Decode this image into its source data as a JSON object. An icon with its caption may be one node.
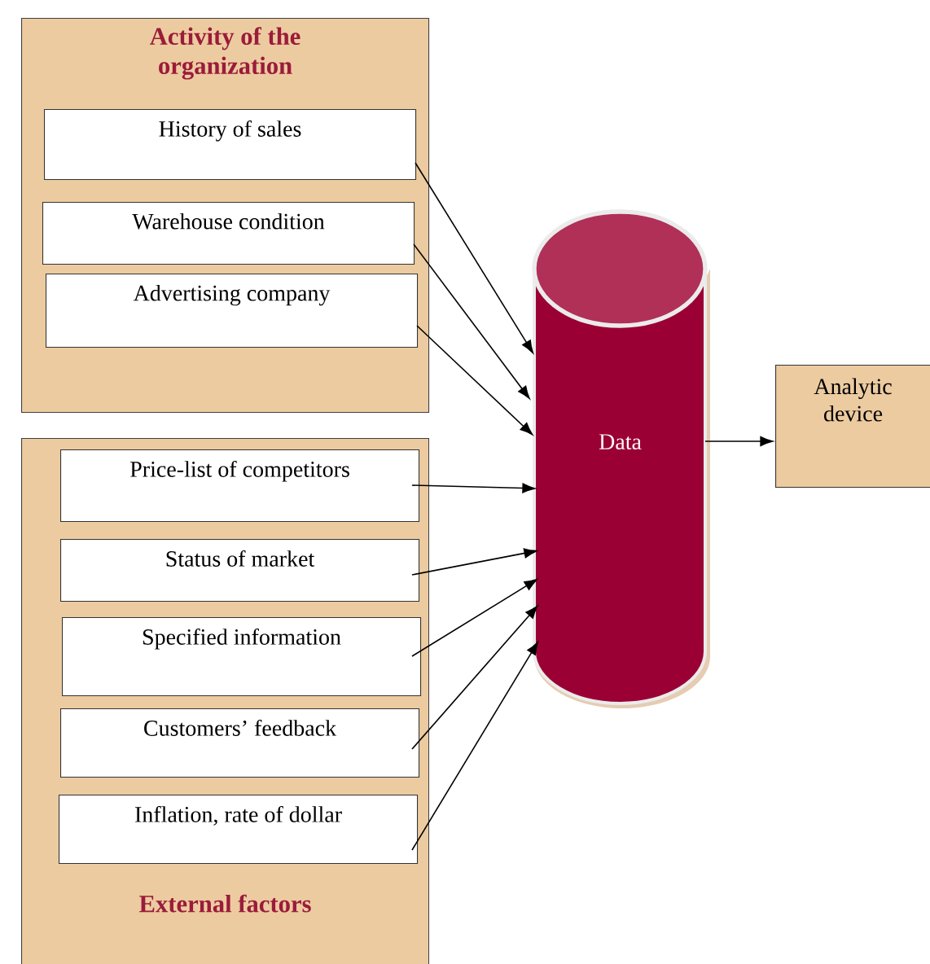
{
  "diagram": {
    "nodes": [
      {
        "text": [
          "Activity of the organization"
        ]
      },
      {
        "text": [
          "History of sales"
        ],
        "in": 0
      },
      {
        "text": [
          "Warehouse condition"
        ],
        "in": 0
      },
      {
        "text": [
          "Advertising company"
        ],
        "in": 0
      },
      {
        "text": [
          "External factors"
        ]
      },
      {
        "text": [
          "Price-list of competitors"
        ],
        "in": 4
      },
      {
        "text": [
          "Status of market"
        ],
        "in": 4
      },
      {
        "text": [
          "Specified information"
        ],
        "in": 4
      },
      {
        "text": [
          "Customers’ feedback"
        ],
        "in": 4
      },
      {
        "text": [
          "Inflation, rate of dollar"
        ],
        "in": 4
      },
      {
        "text": [
          "Data"
        ]
      },
      {
        "text": [
          "Analytic device"
        ]
      }
    ],
    "edges": [
      {
        "from": 1,
        "to": 10,
        "arrow": "to"
      },
      {
        "from": 2,
        "to": 10,
        "arrow": "to"
      },
      {
        "from": 3,
        "to": 10,
        "arrow": "to"
      },
      {
        "from": 5,
        "to": 10,
        "arrow": "to"
      },
      {
        "from": 6,
        "to": 10,
        "arrow": "to"
      },
      {
        "from": 7,
        "to": 10,
        "arrow": "to"
      },
      {
        "from": 8,
        "to": 10,
        "arrow": "to"
      },
      {
        "from": 9,
        "to": 10,
        "arrow": "to"
      },
      {
        "from": 10,
        "to": 11,
        "arrow": "to"
      }
    ]
  }
}
